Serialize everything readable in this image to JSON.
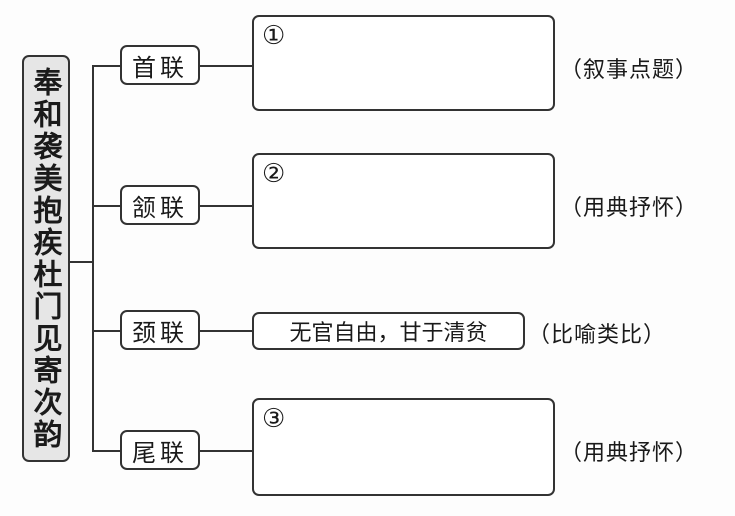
{
  "title": "奉和袭美抱疾杜门见寄次韵",
  "couplets": [
    {
      "label": "首联",
      "content": "①",
      "note": "（叙事点题）"
    },
    {
      "label": "颔联",
      "content": "②",
      "note": "（用典抒怀）"
    },
    {
      "label": "颈联",
      "content": "无官自由，甘于清贫",
      "note": "（比喻类比）"
    },
    {
      "label": "尾联",
      "content": "③",
      "note": "（用典抒怀）"
    }
  ]
}
